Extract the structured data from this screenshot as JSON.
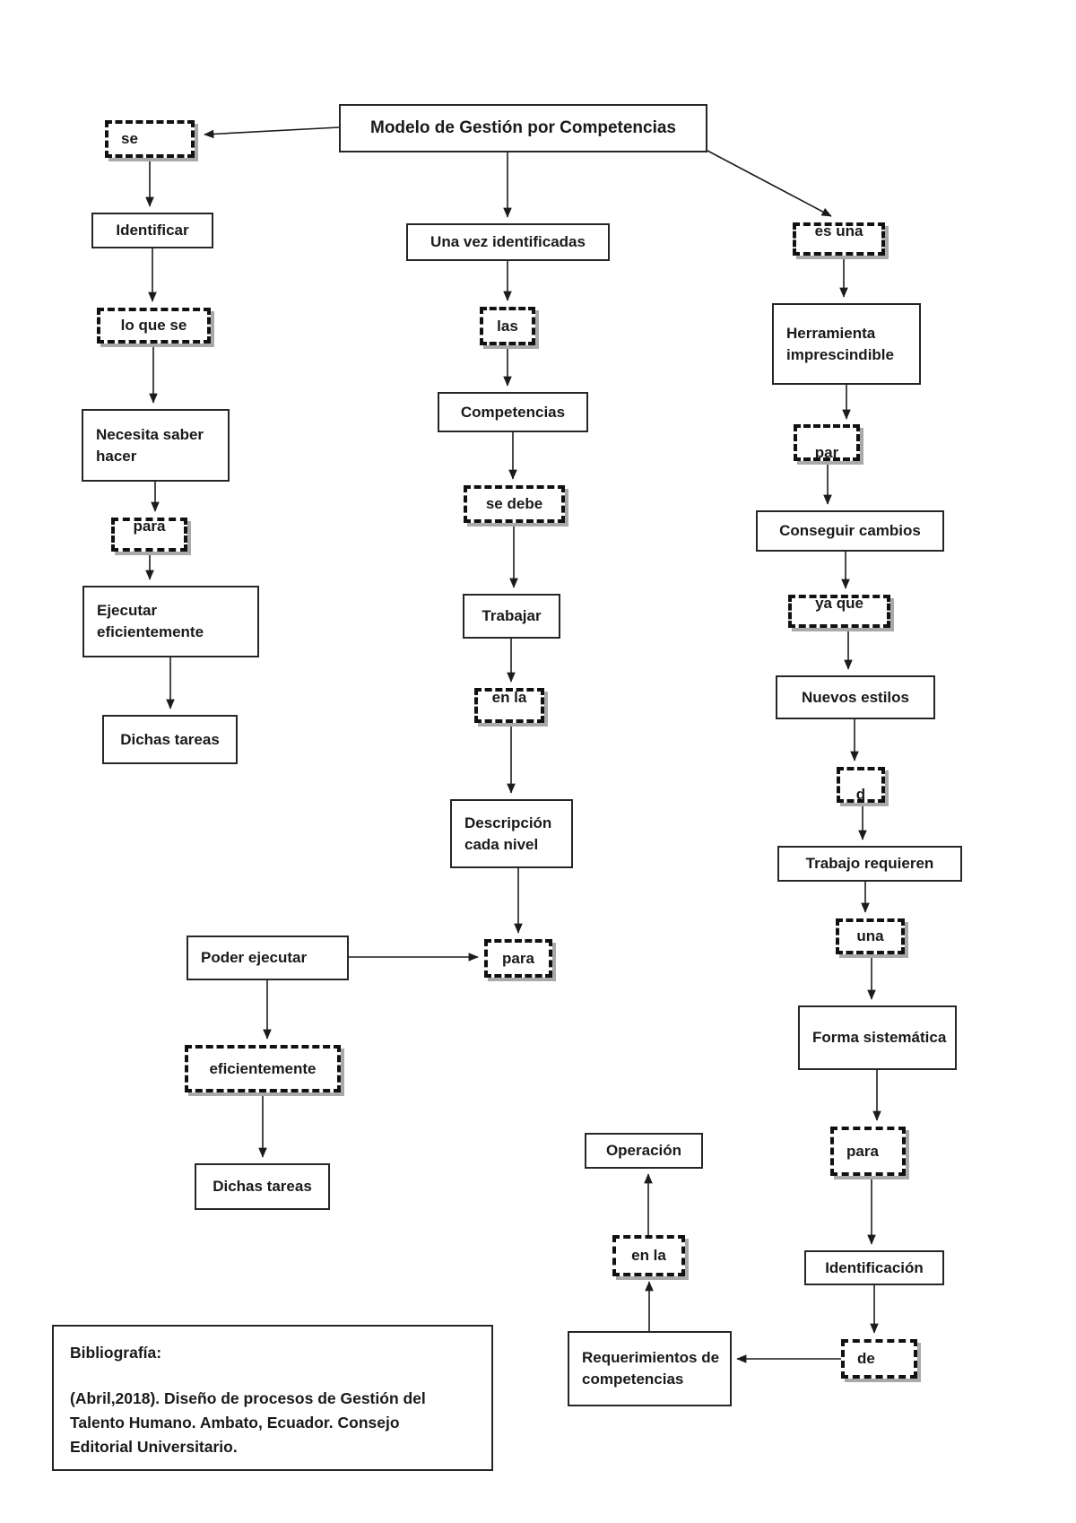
{
  "diagram": {
    "title": "Modelo de Gestión por Competencias",
    "nodes": {
      "title": "Modelo de Gestión por Competencias",
      "se": "se",
      "identificar": "Identificar",
      "lo_que_se": "lo que se",
      "necesita": "Necesita saber hacer",
      "para_left": "para",
      "ejecutar": "Ejecutar eficientemente",
      "dichas_1": "Dichas tareas",
      "una_vez": "Una vez identificadas",
      "las": "las",
      "competencias": "Competencias",
      "se_debe": "se debe",
      "trabajar": "Trabajar",
      "en_la_1": "en la",
      "descripcion": "Descripción cada nivel",
      "para_mid": "para",
      "poder": "Poder ejecutar",
      "eficientemente": "eficientemente",
      "dichas_2": "Dichas tareas",
      "es_una": "es una",
      "herramienta": "Herramienta imprescindible",
      "par": "par",
      "conseguir": "Conseguir cambios",
      "ya_que": "ya que",
      "nuevos": "Nuevos estilos",
      "d": "d",
      "trabajo_req": "Trabajo requieren",
      "una": "una",
      "forma": "Forma sistemática",
      "para_right": "para",
      "identificacion": "Identificación",
      "de": "de",
      "requerimientos": "Requerimientos de competencias",
      "en_la_2": "en la",
      "operacion": "Operación"
    },
    "edges": [
      {
        "from": "title",
        "to": "se"
      },
      {
        "from": "se",
        "to": "identificar"
      },
      {
        "from": "identificar",
        "to": "lo_que_se"
      },
      {
        "from": "lo_que_se",
        "to": "necesita"
      },
      {
        "from": "necesita",
        "to": "para_left"
      },
      {
        "from": "para_left",
        "to": "ejecutar"
      },
      {
        "from": "ejecutar",
        "to": "dichas_1"
      },
      {
        "from": "title",
        "to": "una_vez"
      },
      {
        "from": "una_vez",
        "to": "las"
      },
      {
        "from": "las",
        "to": "competencias"
      },
      {
        "from": "competencias",
        "to": "se_debe"
      },
      {
        "from": "se_debe",
        "to": "trabajar"
      },
      {
        "from": "trabajar",
        "to": "en_la_1"
      },
      {
        "from": "en_la_1",
        "to": "descripcion"
      },
      {
        "from": "descripcion",
        "to": "para_mid"
      },
      {
        "from": "poder",
        "to": "para_mid"
      },
      {
        "from": "poder",
        "to": "eficientemente"
      },
      {
        "from": "eficientemente",
        "to": "dichas_2"
      },
      {
        "from": "title",
        "to": "es_una"
      },
      {
        "from": "es_una",
        "to": "herramienta"
      },
      {
        "from": "herramienta",
        "to": "par"
      },
      {
        "from": "par",
        "to": "conseguir"
      },
      {
        "from": "conseguir",
        "to": "ya_que"
      },
      {
        "from": "ya_que",
        "to": "nuevos"
      },
      {
        "from": "nuevos",
        "to": "d"
      },
      {
        "from": "d",
        "to": "trabajo_req"
      },
      {
        "from": "trabajo_req",
        "to": "una"
      },
      {
        "from": "una",
        "to": "forma"
      },
      {
        "from": "forma",
        "to": "para_right"
      },
      {
        "from": "para_right",
        "to": "identificacion"
      },
      {
        "from": "identificacion",
        "to": "de"
      },
      {
        "from": "de",
        "to": "requerimientos"
      },
      {
        "from": "requerimientos",
        "to": "en_la_2"
      },
      {
        "from": "en_la_2",
        "to": "operacion"
      }
    ],
    "colors": {
      "line": "#1c1c1c",
      "border": "#262626",
      "dashed_shadow": "#a9a9a9",
      "background": "#ffffff"
    }
  },
  "bibliography": {
    "heading": "Bibliografía:",
    "text": "(Abril,2018). Diseño de procesos de Gestión del Talento Humano. Ambato, Ecuador. Consejo Editorial Universitario."
  }
}
